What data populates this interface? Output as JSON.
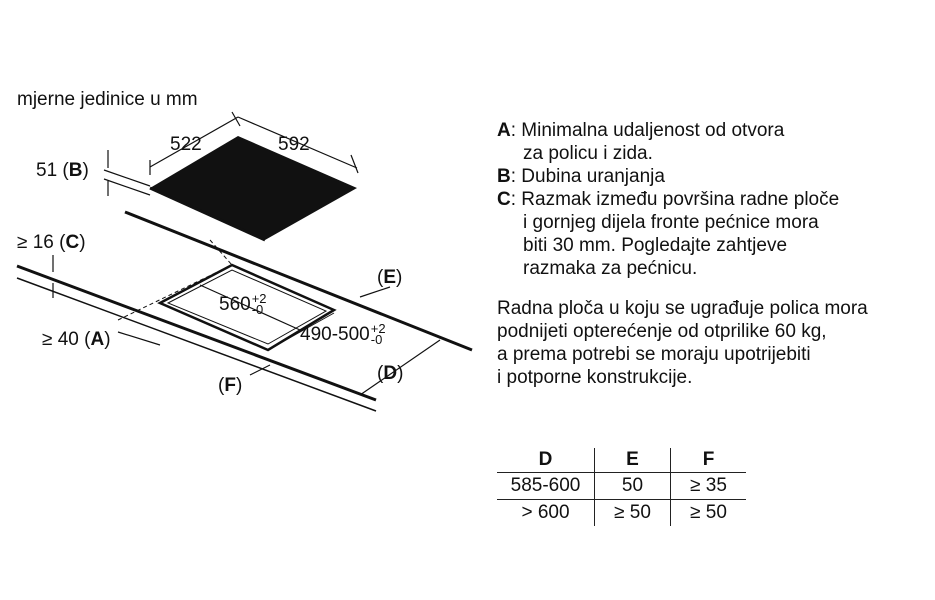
{
  "units_label": "mjerne jedinice u mm",
  "drawing": {
    "dim_width": "522",
    "dim_depth": "592",
    "dim_height": "51",
    "label_b": "B",
    "min_c": "≥ 16",
    "label_c": "C",
    "min_a": "≥ 40",
    "label_a": "A",
    "cut_width": "560",
    "cut_width_tol_up": "+2",
    "cut_width_tol_down": "-0",
    "cut_depth": "490-500",
    "cut_depth_tol_up": "+2",
    "cut_depth_tol_down": "-0",
    "label_e": "E",
    "label_d": "D",
    "label_f": "F"
  },
  "legend": {
    "a_key": "A",
    "a_line1": ": Minimalna udaljenost od otvora",
    "a_line2": "za policu i zida.",
    "b_key": "B",
    "b_line1": ": Dubina uranjanja",
    "c_key": "C",
    "c_line1": ": Razmak između površina radne ploče",
    "c_line2": "i gornjeg dijela fronte pećnice mora",
    "c_line3": "biti 30 mm. Pogledajte zahtjeve",
    "c_line4": "razmaka za pećnicu."
  },
  "note": {
    "line1": "Radna ploča u koju se ugrađuje polica mora",
    "line2": "podnijeti opterećenje od otprilike 60 kg,",
    "line3": "a prema potrebi se moraju upotrijebiti",
    "line4": "i potporne konstrukcije."
  },
  "table": {
    "headers": [
      "D",
      "E",
      "F"
    ],
    "rows": [
      [
        "585-600",
        "50",
        "≥ 35"
      ],
      [
        "> 600",
        "≥ 50",
        "≥ 50"
      ]
    ]
  }
}
